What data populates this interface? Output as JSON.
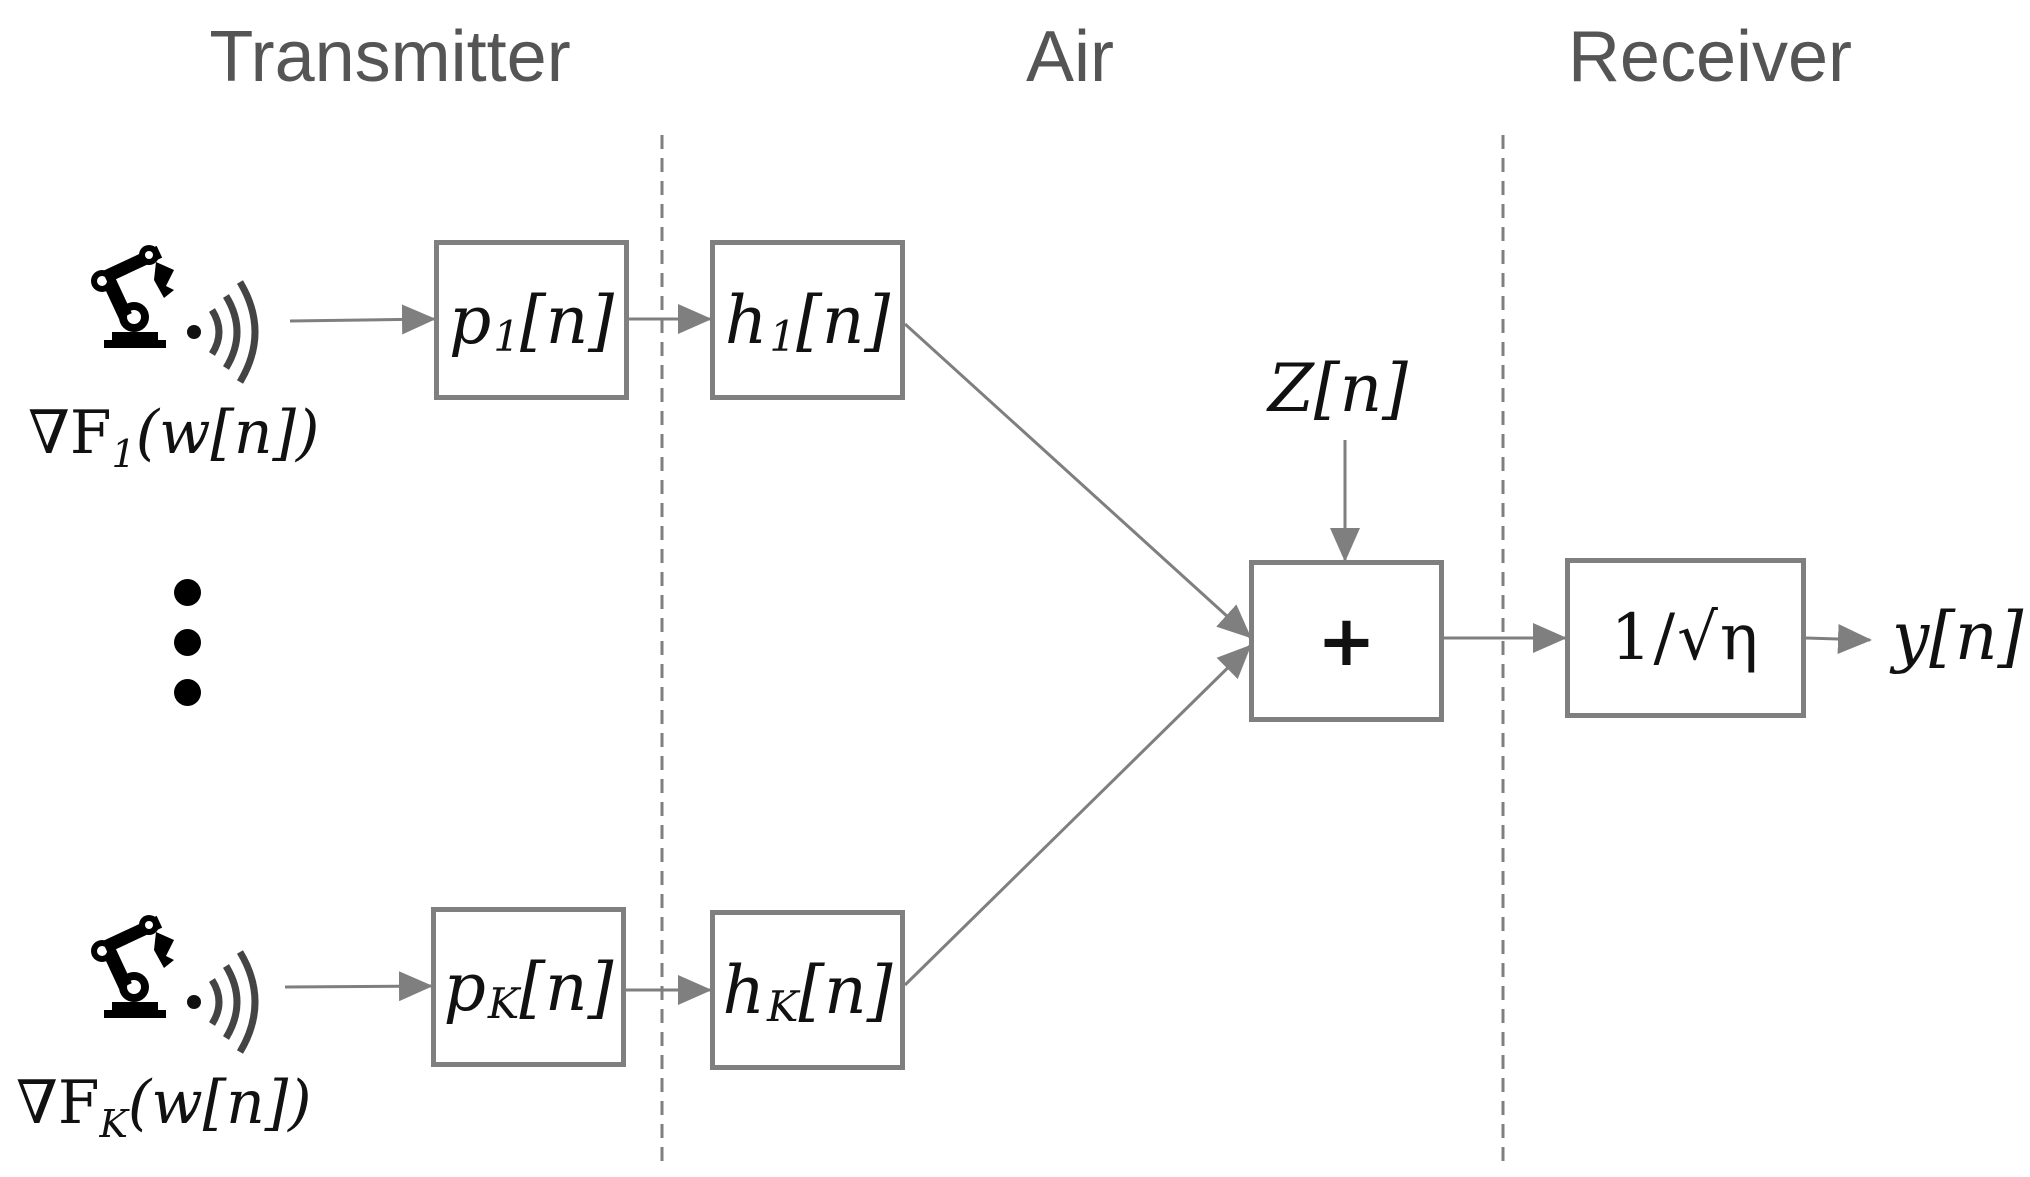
{
  "sections": {
    "transmitter": "Transmitter",
    "air": "Air",
    "receiver": "Receiver"
  },
  "devices": [
    {
      "icon": "robot-arm-wireless-icon",
      "grad_prefix": "∇F",
      "grad_sub": "1",
      "grad_arg": "(w[n])"
    },
    {
      "icon": "robot-arm-wireless-icon",
      "grad_prefix": "∇F",
      "grad_sub": "K",
      "grad_arg": "(w[n])"
    }
  ],
  "blocks": {
    "p1": {
      "sym": "p",
      "sub": "1",
      "arg": "[n]"
    },
    "pK": {
      "sym": "p",
      "sub": "K",
      "arg": "[n]"
    },
    "h1": {
      "sym": "h",
      "sub": "1",
      "arg": "[n]"
    },
    "hK": {
      "sym": "h",
      "sub": "K",
      "arg": "[n]"
    },
    "sum": {
      "label": "+"
    },
    "norm": {
      "label": "1/√η"
    }
  },
  "noise": {
    "sym": "Z",
    "arg": "[n]"
  },
  "output": {
    "sym": "y",
    "arg": "[n]"
  },
  "colors": {
    "line": "#7f7f7f",
    "divider": "#7f7f7f",
    "title": "#555555"
  }
}
